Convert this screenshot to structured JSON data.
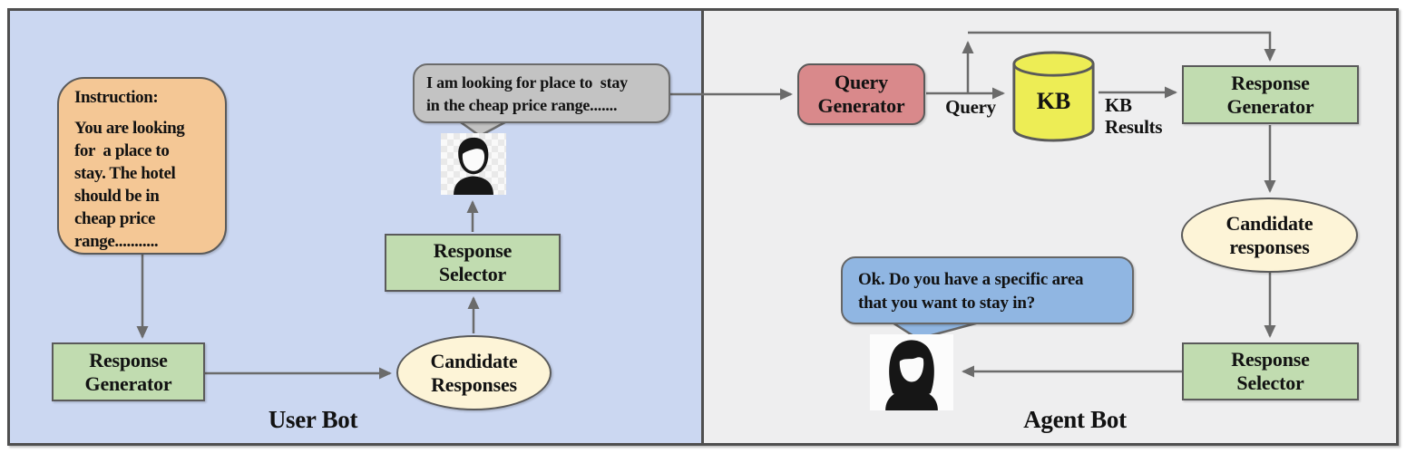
{
  "panels": {
    "user_bot": {
      "label": "User Bot",
      "background_color": "#cbd7f1",
      "instruction_note": {
        "title": "Instruction:",
        "body": "You are looking\nfor  a place to\nstay. The hotel\nshould be in\ncheap price\nrange...........",
        "color": "#f4c795"
      },
      "response_generator": {
        "label": "Response\nGenerator",
        "color": "#c1dcb0"
      },
      "candidate_responses": {
        "label": "Candidate\nResponses",
        "color": "#fdf4d7"
      },
      "response_selector": {
        "label": "Response\nSelector",
        "color": "#c1dcb0"
      },
      "speech_bubble": {
        "text": "I am looking for place to  stay\nin the cheap price range.......",
        "color": "#c3c3c3"
      },
      "avatar": {
        "icon": "male-person-icon"
      }
    },
    "agent_bot": {
      "label": "Agent Bot",
      "background_color": "#eeeeef",
      "query_generator": {
        "label": "Query\nGenerator",
        "color": "#d9898b"
      },
      "kb": {
        "label": "KB",
        "color": "#eded55",
        "icon": "database-cylinder-icon"
      },
      "edge_labels": {
        "query": "Query",
        "kb_results": "KB\nResults"
      },
      "response_generator": {
        "label": "Response\nGenerator",
        "color": "#c1dcb0"
      },
      "candidate_responses": {
        "label": "Candidate\nresponses",
        "color": "#fdf4d7"
      },
      "response_selector": {
        "label": "Response\nSelector",
        "color": "#c1dcb0"
      },
      "speech_bubble": {
        "text": "Ok. Do you have a specific area\nthat you want to stay in?",
        "color": "#90b6e2"
      },
      "avatar": {
        "icon": "female-person-icon"
      }
    },
    "arrow_color": "#6b6b6b",
    "border_color": "#4f4f4f"
  }
}
